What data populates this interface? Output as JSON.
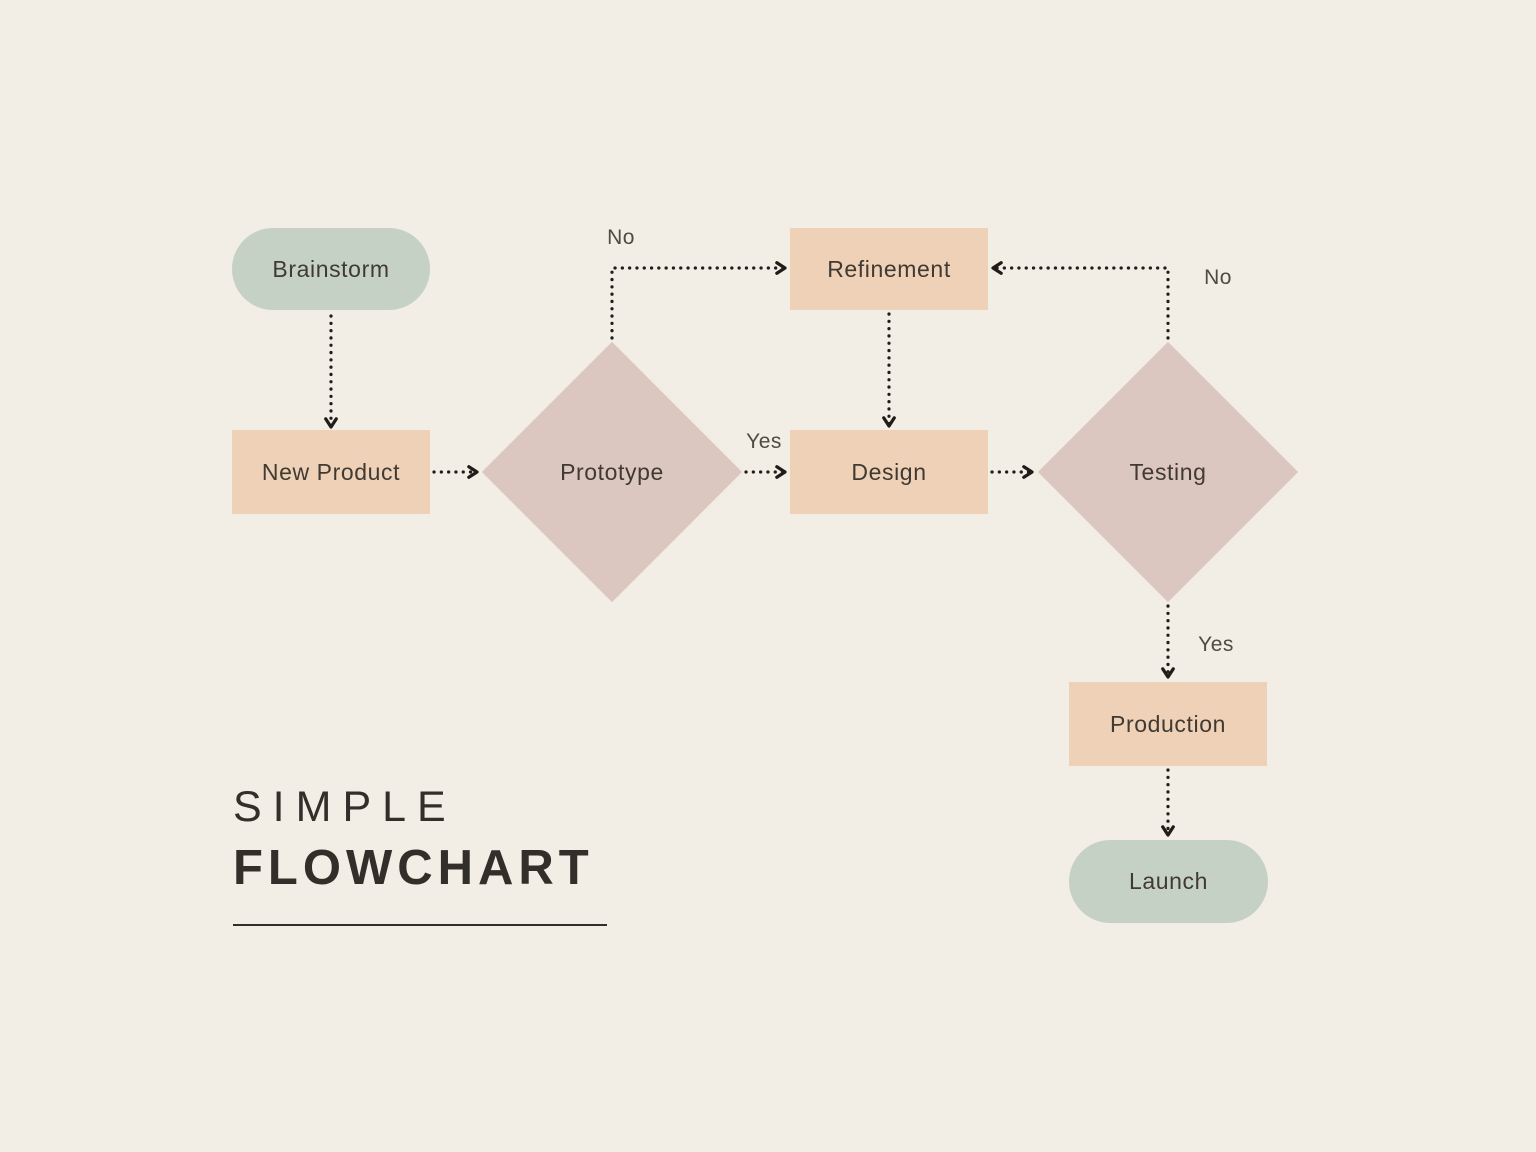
{
  "title": {
    "line1": "SIMPLE",
    "line2": "FLOWCHART"
  },
  "colors": {
    "background": "#f2ede5",
    "terminal_fill": "#c6d1c5",
    "process_fill": "#eed1b6",
    "decision_fill": "#dbc7bf",
    "connector": "#1f1c19",
    "node_text": "#403a33",
    "edge_label_text": "#4f4a42",
    "title_text": "#322f2a"
  },
  "nodes": [
    {
      "id": "brainstorm",
      "label": "Brainstorm",
      "shape": "terminal-pill"
    },
    {
      "id": "new-product",
      "label": "New Product",
      "shape": "process-rect"
    },
    {
      "id": "prototype",
      "label": "Prototype",
      "shape": "decision-diamond"
    },
    {
      "id": "refinement",
      "label": "Refinement",
      "shape": "process-rect"
    },
    {
      "id": "design",
      "label": "Design",
      "shape": "process-rect"
    },
    {
      "id": "testing",
      "label": "Testing",
      "shape": "decision-diamond"
    },
    {
      "id": "production",
      "label": "Production",
      "shape": "process-rect"
    },
    {
      "id": "launch",
      "label": "Launch",
      "shape": "terminal-pill"
    }
  ],
  "edges": [
    {
      "from": "brainstorm",
      "to": "new-product",
      "label": ""
    },
    {
      "from": "new-product",
      "to": "prototype",
      "label": ""
    },
    {
      "from": "prototype",
      "to": "refinement",
      "label": "No"
    },
    {
      "from": "prototype",
      "to": "design",
      "label": "Yes"
    },
    {
      "from": "refinement",
      "to": "design",
      "label": ""
    },
    {
      "from": "design",
      "to": "testing",
      "label": ""
    },
    {
      "from": "testing",
      "to": "refinement",
      "label": "No"
    },
    {
      "from": "testing",
      "to": "production",
      "label": "Yes"
    },
    {
      "from": "production",
      "to": "launch",
      "label": ""
    }
  ]
}
